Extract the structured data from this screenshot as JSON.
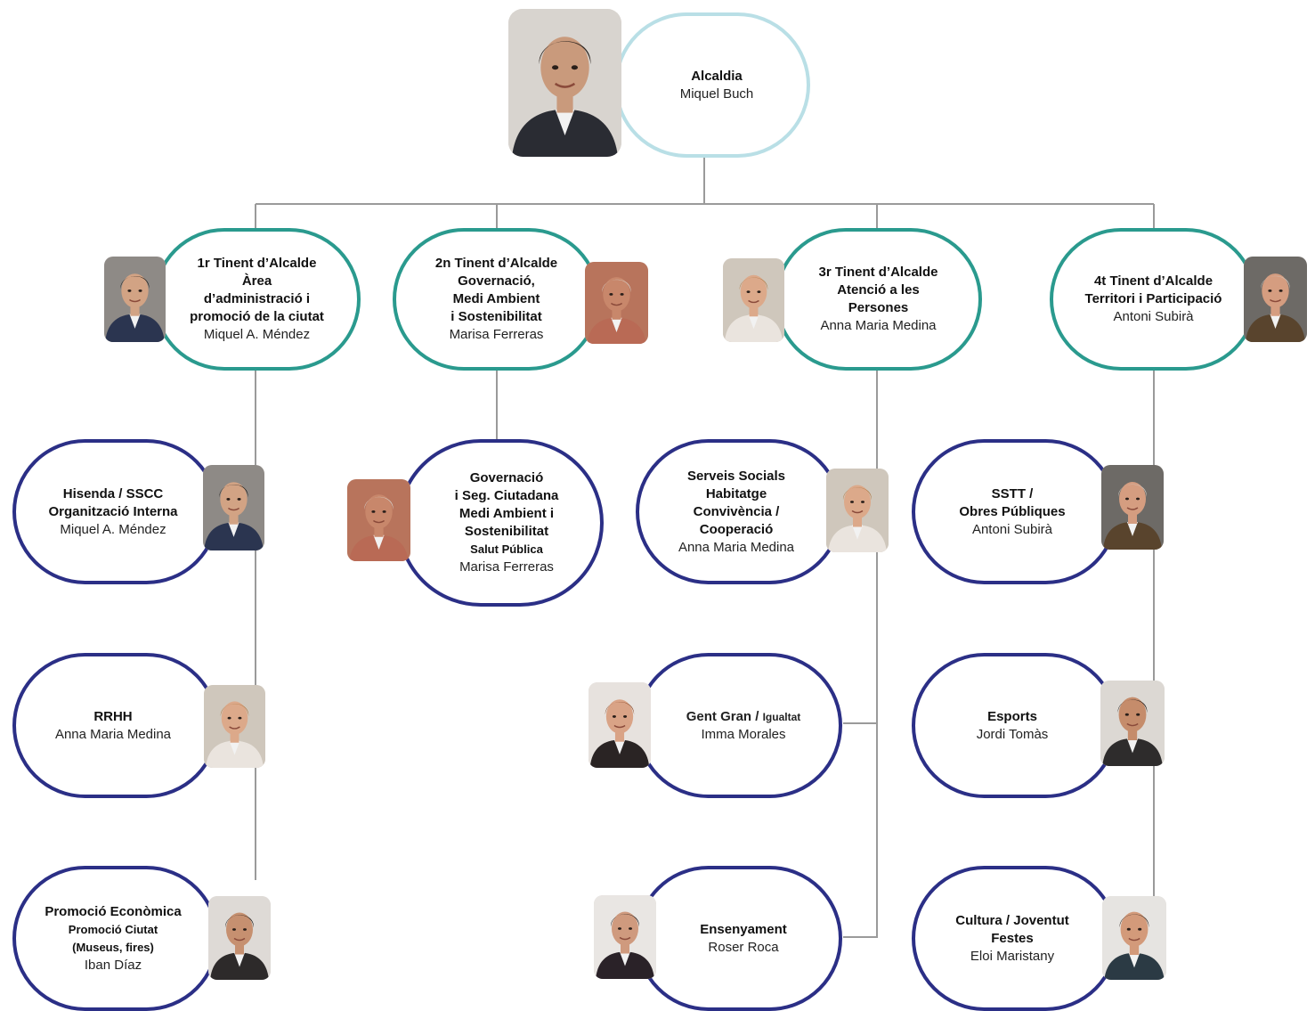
{
  "colors": {
    "teal": "#2a9a8e",
    "navy": "#2b2f86",
    "light": "#b9dfe6",
    "connector": "#9a9a9a"
  },
  "root": {
    "title": "Alcaldia",
    "person": "Miquel Buch",
    "photo": "portrait-photo-miquel-buch"
  },
  "deputies": [
    {
      "title": "1r Tinent d’Alcalde",
      "area": [
        "Àrea",
        "d’administració i",
        "promoció de la ciutat"
      ],
      "person": "Miquel A. Méndez",
      "photo": "portrait-photo-miquel-mendez"
    },
    {
      "title": "2n Tinent d’Alcalde",
      "area": [
        "Governació,",
        "Medi Ambient",
        "i Sostenibilitat"
      ],
      "person": "Marisa Ferreras",
      "photo": "portrait-photo-marisa-ferreras"
    },
    {
      "title": "3r Tinent d’Alcalde",
      "area": [
        "Atenció a les",
        "Persones"
      ],
      "person": "Anna Maria Medina",
      "photo": "portrait-photo-anna-maria-medina"
    },
    {
      "title": "4t Tinent d’Alcalde",
      "area": [
        "Territori i Participació"
      ],
      "person": "Antoni Subirà",
      "photo": "portrait-photo-antoni-subira"
    }
  ],
  "areas": [
    {
      "lines": [
        "Hisenda / SSCC",
        "Organització Interna"
      ],
      "person": "Miquel A. Méndez",
      "photo": "portrait-photo-miquel-mendez"
    },
    {
      "lines": [
        "RRHH"
      ],
      "person": "Anna Maria Medina",
      "photo": "portrait-photo-anna-maria-medina"
    },
    {
      "lines": [
        "Promoció Econòmica",
        "Promoció Ciutat",
        "(Museus, fires)"
      ],
      "person": "Iban Díaz",
      "photo": "portrait-photo-iban-diaz"
    },
    {
      "lines": [
        "Governació",
        "i Seg. Ciutadana",
        "Medi Ambient i",
        "Sostenibilitat",
        "Salut Pública"
      ],
      "person": "Marisa Ferreras",
      "photo": "portrait-photo-marisa-ferreras"
    },
    {
      "lines": [
        "Serveis Socials",
        "Habitatge",
        "Convivència /",
        "Cooperació"
      ],
      "person": "Anna Maria Medina",
      "photo": "portrait-photo-anna-maria-medina"
    },
    {
      "lines": [
        "Gent Gran / ",
        "Igualtat"
      ],
      "person": "Imma Morales",
      "photo": "portrait-photo-imma-morales"
    },
    {
      "lines": [
        "Ensenyament"
      ],
      "person": "Roser Roca",
      "photo": "portrait-photo-roser-roca"
    },
    {
      "lines": [
        "SSTT /",
        "Obres Públiques"
      ],
      "person": "Antoni Subirà",
      "photo": "portrait-photo-antoni-subira"
    },
    {
      "lines": [
        "Esports"
      ],
      "person": "Jordi Tomàs",
      "photo": "portrait-photo-jordi-tomas"
    },
    {
      "lines": [
        "Cultura / Joventut",
        "Festes"
      ],
      "person": "Eloi Maristany",
      "photo": "portrait-photo-eloi-maristany"
    }
  ]
}
